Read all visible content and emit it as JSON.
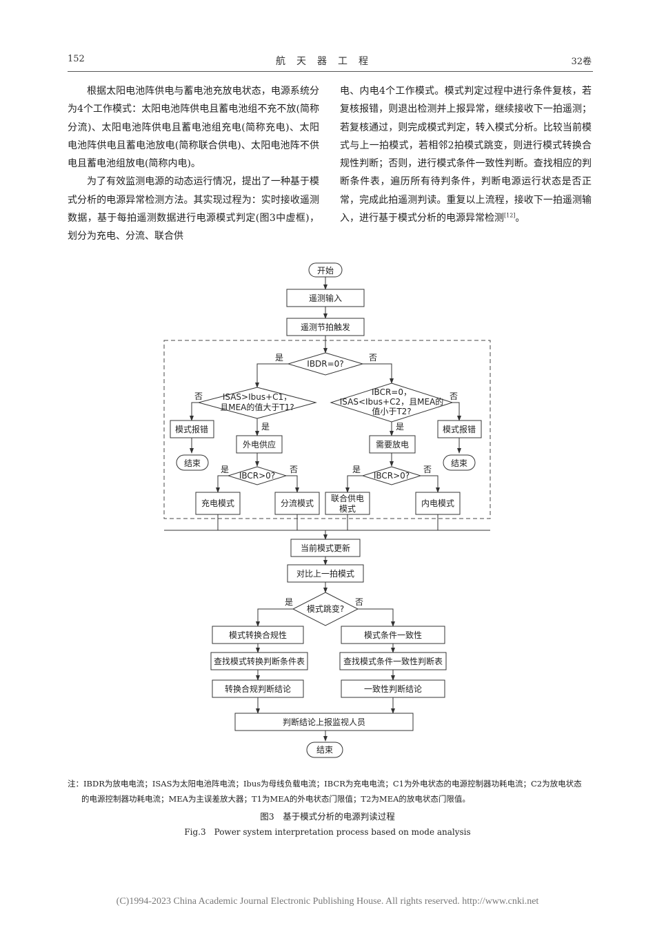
{
  "header": {
    "page_number": "152",
    "journal": "航天器工程",
    "volume": "32卷"
  },
  "body": {
    "left_p1": "根据太阳电池阵供电与蓄电池充放电状态，电源系统分为4个工作模式：太阳电池阵供电且蓄电池组不充不放(简称分流)、太阳电池阵供电且蓄电池组充电(简称充电)、太阳电池阵供电且蓄电池放电(简称联合供电)、太阳电池阵不供电且蓄电池组放电(简称内电)。",
    "left_p2": "为了有效监测电源的动态运行情况，提出了一种基于模式分析的电源异常检测方法。其实现过程为：实时接收遥测数据，基于每拍遥测数据进行电源模式判定(图3中虚框)，划分为充电、分流、联合供",
    "right_p1": "电、内电4个工作模式。模式判定过程中进行条件复核，若复核报错，则退出检测并上报异常，继续接收下一拍遥测；若复核通过，则完成模式判定，转入模式分析。比较当前模式与上一拍模式，若相邻2拍模式跳变，则进行模式转换合规性判断；否则，进行模式条件一致性判断。查找相应的判断条件表，遍历所有待判条件，判断电源运行状态是否正常，完成此拍遥测判读。重复以上流程，接收下一拍遥测输入，进行基于模式分析的电源异常检测",
    "right_ref": "[12]",
    "right_end": "。"
  },
  "flow": {
    "start": "开始",
    "input": "遥测输入",
    "trigger": "遥测节拍触发",
    "d1": "IBDR=0?",
    "d1_yes": "是",
    "d1_no": "否",
    "d2_l1": "ISAS>Ibus+C1，",
    "d2_l2": "且MEA的值大于T1?",
    "d2_no": "否",
    "d2_yes": "是",
    "d3_l1": "IBCR=0，",
    "d3_l2": "ISAS<Ibus+C2，且MEA的",
    "d3_l3": "值小于T2?",
    "d3_no": "否",
    "d3_yes": "是",
    "err_left": "模式报错",
    "err_right": "模式报错",
    "end_left": "结束",
    "end_right": "结束",
    "ext_power": "外电供应",
    "need_discharge": "需要放电",
    "d4": "IBCR>0?",
    "d4_yes": "是",
    "d4_no": "否",
    "d5": "IBCR>0?",
    "d5_yes": "是",
    "d5_no": "否",
    "mode_charge": "充电模式",
    "mode_shunt": "分流模式",
    "mode_joint_l1": "联合供电",
    "mode_joint_l2": "模式",
    "mode_internal": "内电模式",
    "cur_update": "当前模式更新",
    "compare": "对比上一拍模式",
    "d6": "模式跳变?",
    "d6_yes": "是",
    "d6_no": "否",
    "conv_compliance": "模式转换合规性",
    "cond_consistency": "模式条件一致性",
    "lookup_conv": "查找模式转换判断条件表",
    "lookup_cond": "查找模式条件一致性判断表",
    "conclusion_conv": "转换合规判断结论",
    "conclusion_cond": "一致性判断结论",
    "report": "判断结论上报监视人员",
    "end_final": "结束"
  },
  "note": {
    "line1": "注：IBDR为放电电流；ISAS为太阳电池阵电流；Ibus为母线负载电流；IBCR为充电电流；C1为外电状态的电源控制器功耗电流；C2为放电状态",
    "line2": "的电源控制器功耗电流；MEA为主误差放大器；T1为MEA的外电状态门限值；T2为MEA的放电状态门限值。"
  },
  "caption": {
    "cn": "图3　基于模式分析的电源判读过程",
    "en": "Fig.3　Power system interpretation process based on mode analysis"
  },
  "footer": "(C)1994-2023 China Academic Journal Electronic Publishing House. All rights reserved.    http://www.cnki.net"
}
